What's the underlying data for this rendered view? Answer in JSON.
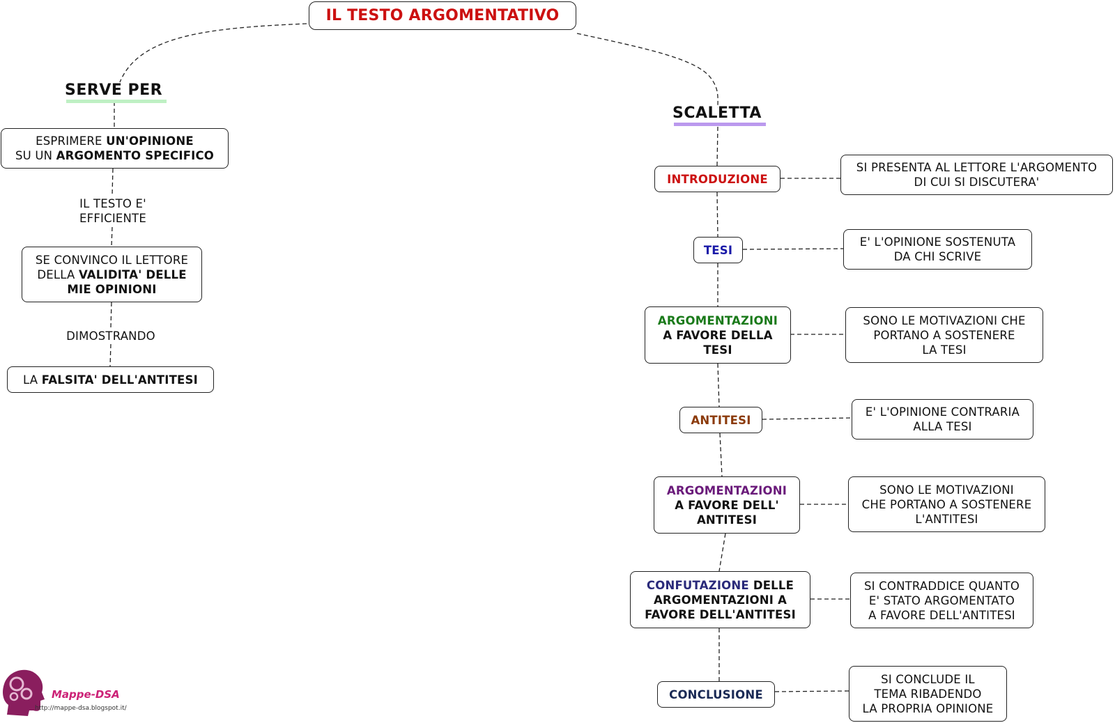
{
  "title": "IL TESTO ARGOMENTATIVO",
  "colors": {
    "title": "#cc1111",
    "serve_per_underline": "#bff0c4",
    "scaletta_underline": "#bb99ee",
    "introduzione": "#cc1111",
    "tesi": "#1a1aa8",
    "argomentazioni_tesi": "#1a7a1a",
    "antitesi": "#8b3a0a",
    "argomentazioni_antitesi": "#6a1a7a",
    "confutazione": "#2a2a7a",
    "conclusione": "#1a2a55",
    "logo": "#cc2277"
  },
  "left_branch": {
    "heading": "SERVE PER",
    "node1": {
      "l1a": "ESPRIMERE ",
      "l1b": "UN'OPINIONE",
      "l2a": "SU UN ",
      "l2b": "ARGOMENTO SPECIFICO"
    },
    "link1": {
      "l1": "IL TESTO E'",
      "l2": "EFFICIENTE"
    },
    "node2": {
      "l1": "SE CONVINCO IL LETTORE",
      "l2a": "DELLA ",
      "l2b": "VALIDITA' DELLE",
      "l3": "MIE OPINIONI"
    },
    "link2": "DIMOSTRANDO",
    "node3": {
      "a": "LA ",
      "b": "FALSITA' DELL'ANTITESI"
    }
  },
  "right_branch": {
    "heading": "SCALETTA",
    "introduzione": {
      "label": "INTRODUZIONE",
      "desc_l1": "SI PRESENTA AL LETTORE L'ARGOMENTO",
      "desc_l2": "DI CUI SI DISCUTERA'"
    },
    "tesi": {
      "label": "TESI",
      "desc_l1": "E' L'OPINIONE SOSTENUTA",
      "desc_l2": "DA CHI SCRIVE"
    },
    "argomentazioni_tesi": {
      "l1": "ARGOMENTAZIONI",
      "l2": "A FAVORE DELLA",
      "l3": "TESI",
      "desc_l1": "SONO LE MOTIVAZIONI CHE",
      "desc_l2": "PORTANO A SOSTENERE",
      "desc_l3": "LA TESI"
    },
    "antitesi": {
      "label": "ANTITESI",
      "desc_l1": "E' L'OPINIONE CONTRARIA",
      "desc_l2": "ALLA TESI"
    },
    "argomentazioni_antitesi": {
      "l1": "ARGOMENTAZIONI",
      "l2": "A FAVORE DELL'",
      "l3": "ANTITESI",
      "desc_l1": "SONO LE MOTIVAZIONI",
      "desc_l2": "CHE PORTANO A SOSTENERE",
      "desc_l3": "L'ANTITESI"
    },
    "confutazione": {
      "l1a": "CONFUTAZIONE",
      "l1b": " DELLE",
      "l2": "ARGOMENTAZIONI A",
      "l3": "FAVORE DELL'ANTITESI",
      "desc_l1": "SI CONTRADDICE QUANTO",
      "desc_l2": "E' STATO ARGOMENTATO",
      "desc_l3": "A FAVORE DELL'ANTITESI"
    },
    "conclusione": {
      "label": "CONCLUSIONE",
      "desc_l1": "SI CONCLUDE IL",
      "desc_l2": "TEMA RIBADENDO",
      "desc_l3": "LA PROPRIA OPINIONE"
    }
  },
  "logo": {
    "name": "Mappe-DSA",
    "url": "http://mappe-dsa.blogspot.it/",
    "icon": "head-gears-icon"
  }
}
